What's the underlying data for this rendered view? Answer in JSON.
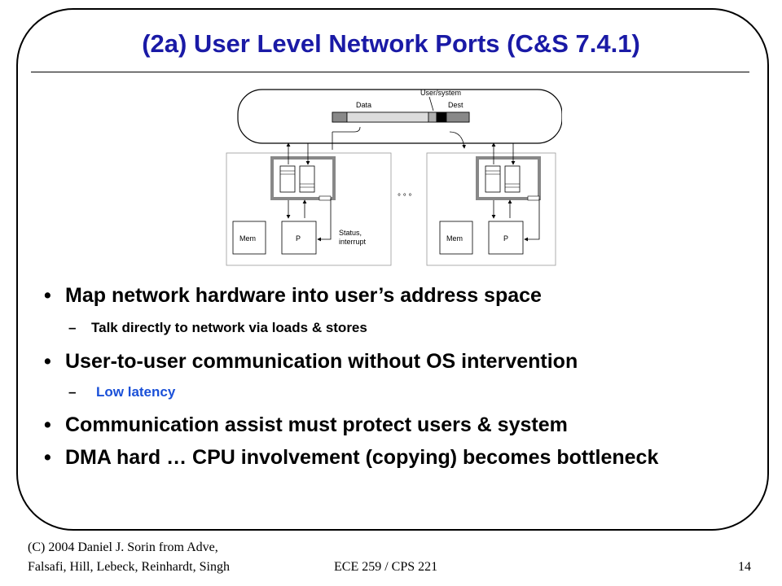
{
  "title": "(2a) User Level Network Ports (C&S 7.4.1)",
  "diagram": {
    "user_system": "User/system",
    "data": "Data",
    "dest": "Dest",
    "mem": "Mem",
    "p": "P",
    "status_line1": "Status,",
    "status_line2": "interrupt",
    "ellipsis": "° ° °"
  },
  "bullets": [
    {
      "text": "Map network hardware into user’s address space"
    },
    {
      "text": "Talk directly to network via loads & stores"
    },
    {
      "text": "User-to-user communication without OS intervention"
    },
    {
      "text": "Low latency"
    },
    {
      "text": "Communication assist must protect users & system"
    },
    {
      "text": "DMA hard … CPU involvement (copying) becomes bottleneck"
    }
  ],
  "footer": {
    "left_line1": "(C) 2004 Daniel J. Sorin from Adve,",
    "left_line2": "Falsafi, Hill, Lebeck, Reinhardt, Singh",
    "center": "ECE 259 / CPS 221",
    "page": "14"
  },
  "colors": {
    "title": "#1a1aa6",
    "accent": "#1a50d8"
  }
}
